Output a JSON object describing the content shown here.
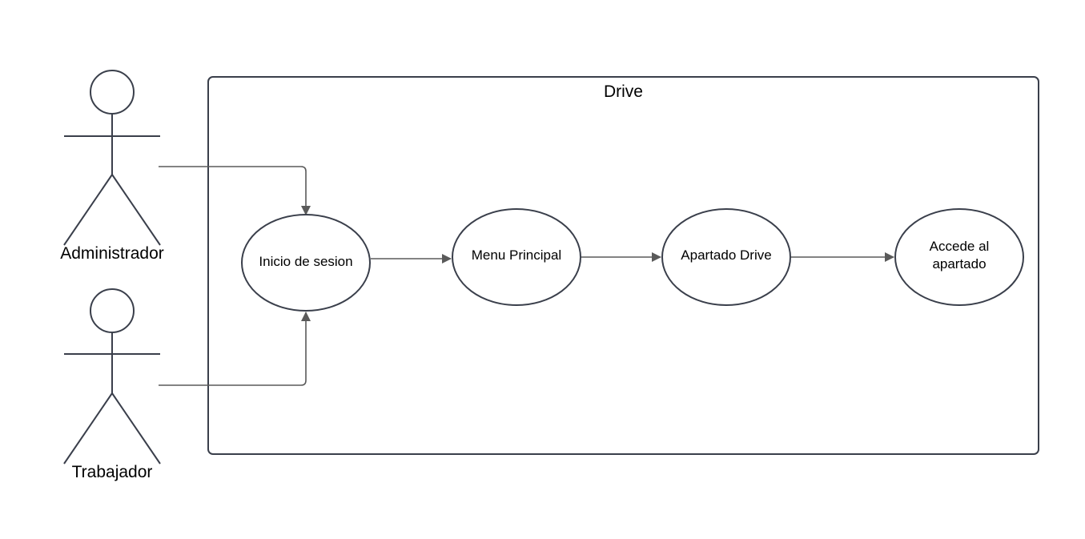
{
  "system": {
    "title": "Drive"
  },
  "actors": {
    "admin": {
      "label": "Administrador"
    },
    "worker": {
      "label": "Trabajador"
    }
  },
  "use_cases": {
    "login": {
      "label": "Inicio de sesion"
    },
    "main_menu": {
      "label": "Menu Principal"
    },
    "drive_section": {
      "label": "Apartado Drive"
    },
    "access_section": {
      "line1": "Accede al",
      "line2": "apartado"
    }
  },
  "colors": {
    "outline": "#3a3f4b",
    "connector": "#5a5a5a",
    "background": "#ffffff"
  }
}
